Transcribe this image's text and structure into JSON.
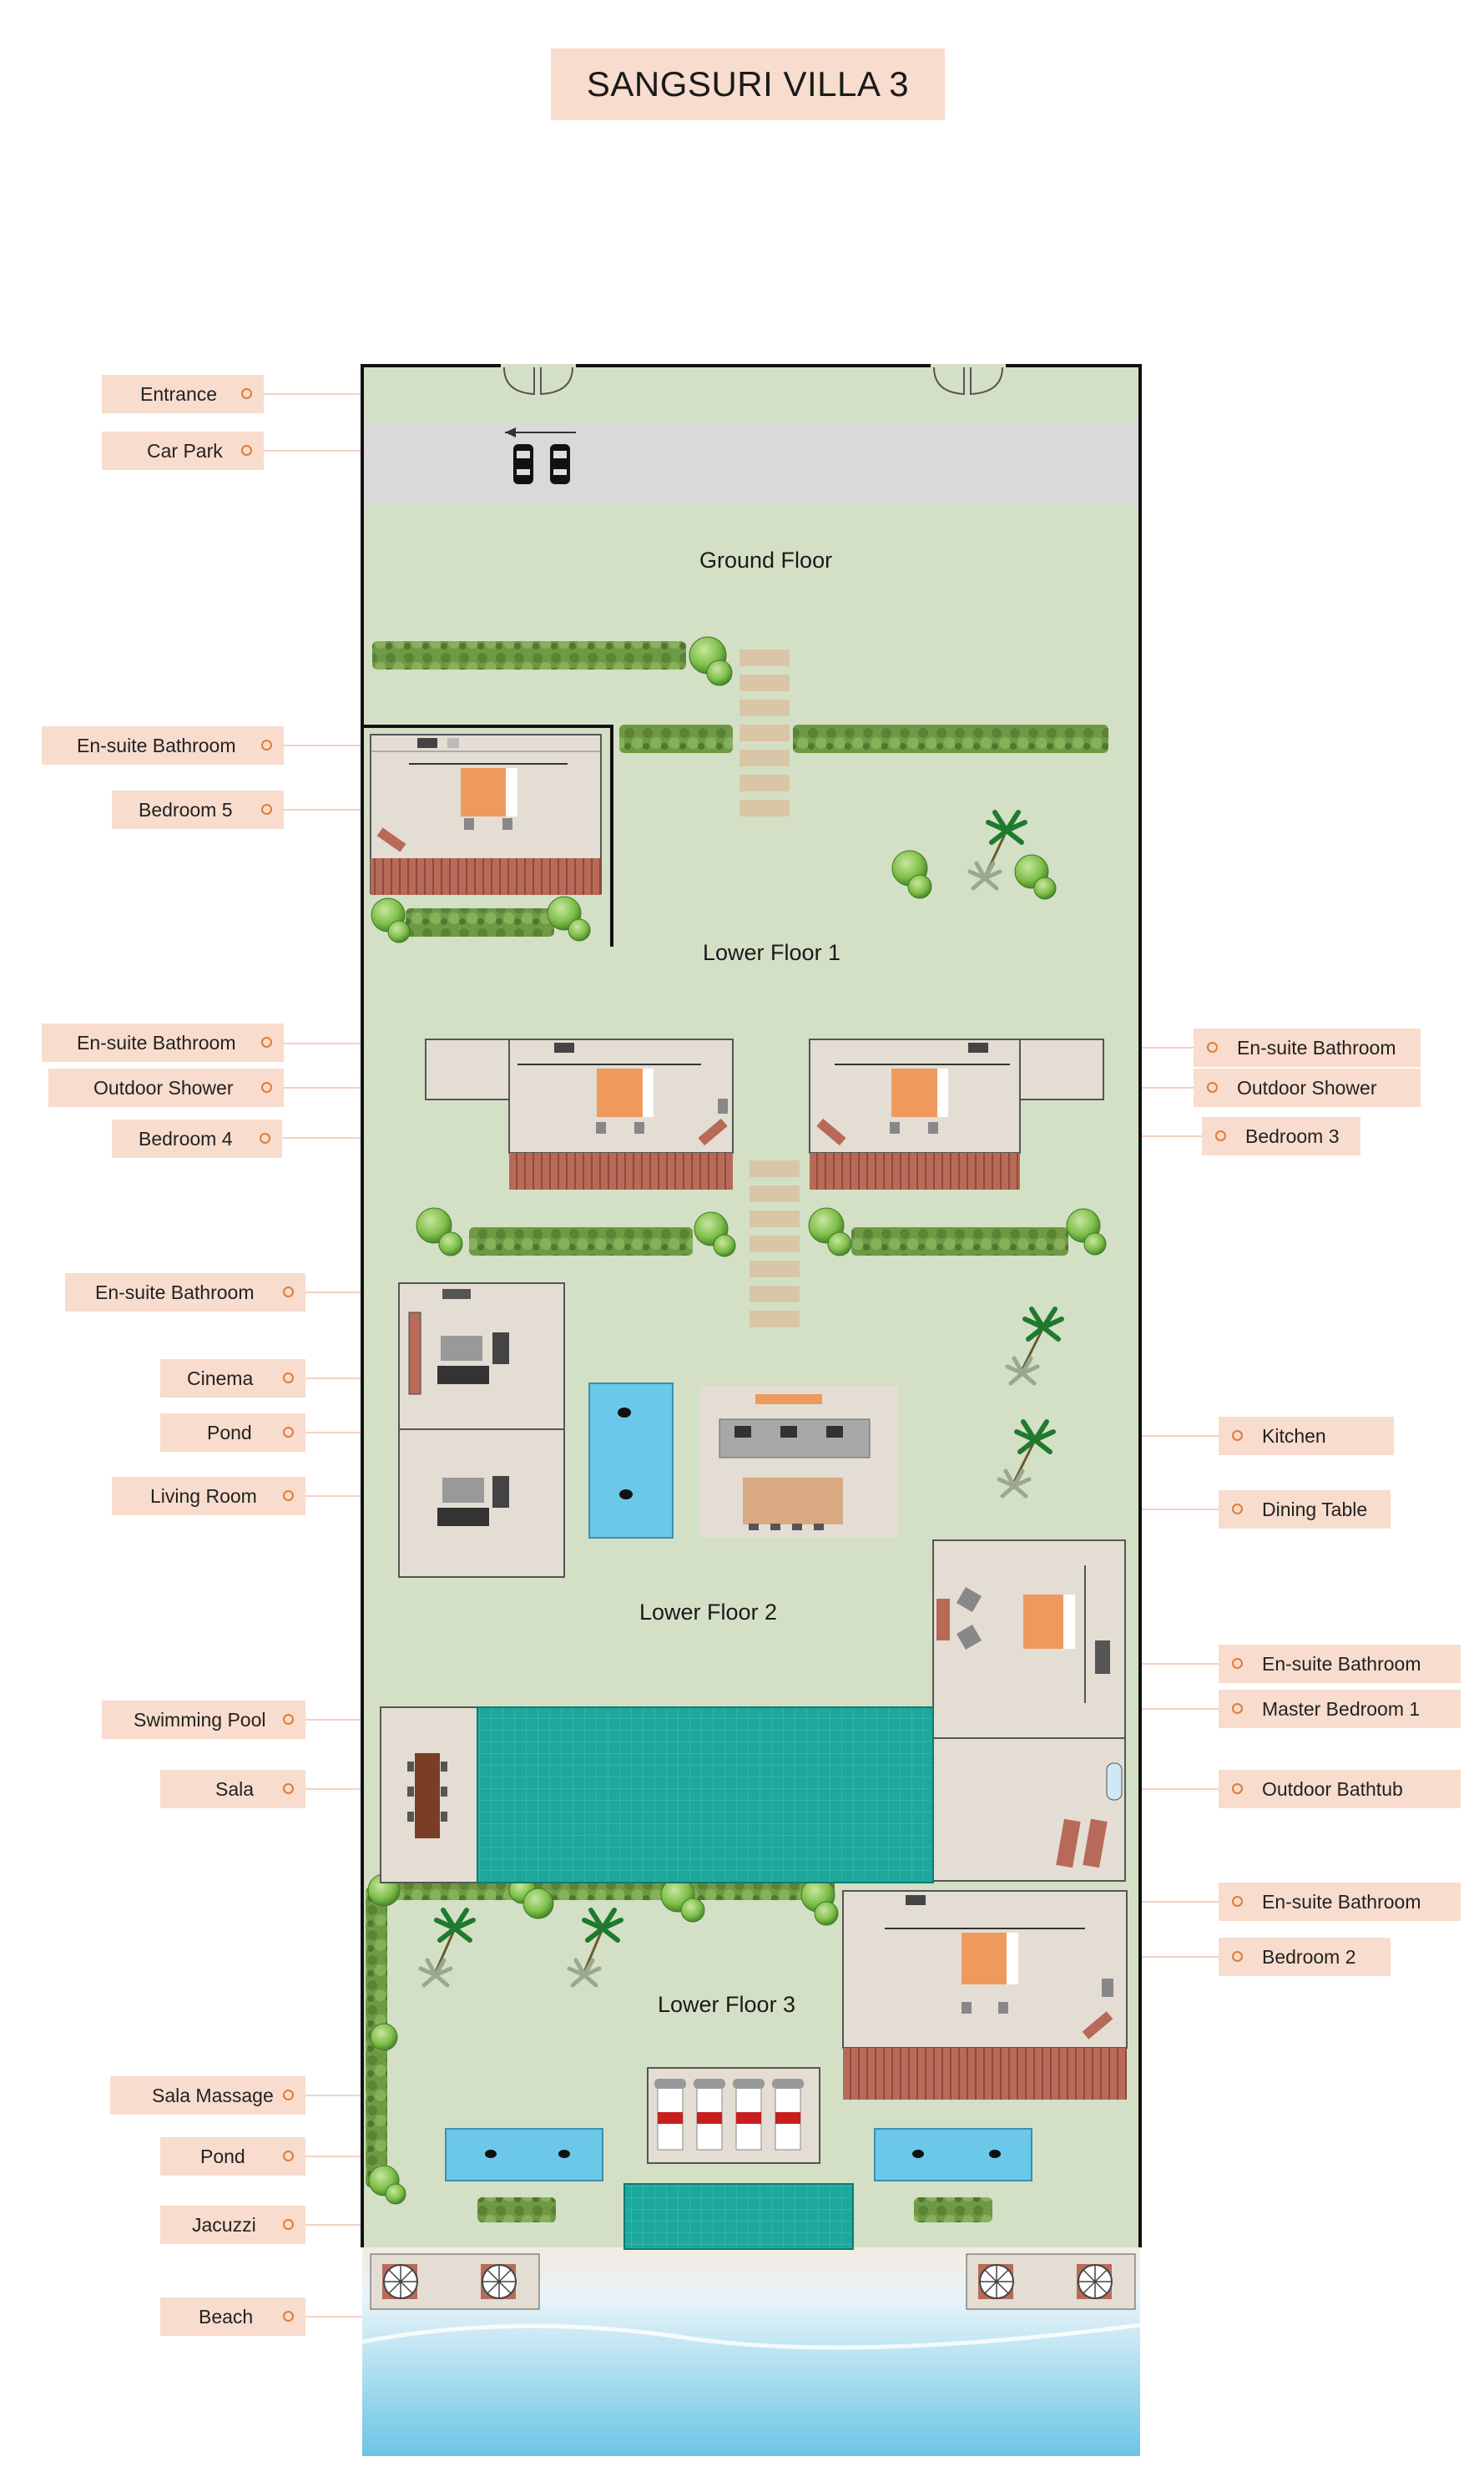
{
  "title": "SANGSURI VILLA 3",
  "floors": {
    "ground": "Ground Floor",
    "lower1": "Lower Floor 1",
    "lower2": "Lower Floor 2",
    "lower3": "Lower Floor 3"
  },
  "labels_left": [
    {
      "id": "entrance",
      "text": "Entrance"
    },
    {
      "id": "car-park",
      "text": "Car Park"
    },
    {
      "id": "ensuite-bath-5",
      "text": "En-suite Bathroom"
    },
    {
      "id": "bedroom-5",
      "text": "Bedroom 5"
    },
    {
      "id": "ensuite-bath-4",
      "text": "En-suite Bathroom"
    },
    {
      "id": "outdoor-shower-4",
      "text": "Outdoor Shower"
    },
    {
      "id": "bedroom-4",
      "text": "Bedroom 4"
    },
    {
      "id": "ensuite-bath-cinema",
      "text": "En-suite Bathroom"
    },
    {
      "id": "cinema",
      "text": "Cinema"
    },
    {
      "id": "pond-upper",
      "text": "Pond"
    },
    {
      "id": "living-room",
      "text": "Living Room"
    },
    {
      "id": "swimming-pool",
      "text": "Swimming Pool"
    },
    {
      "id": "sala",
      "text": "Sala"
    },
    {
      "id": "sala-massage",
      "text": "Sala Massage"
    },
    {
      "id": "pond-lower",
      "text": "Pond"
    },
    {
      "id": "jacuzzi",
      "text": "Jacuzzi"
    },
    {
      "id": "beach",
      "text": "Beach"
    }
  ],
  "labels_right": [
    {
      "id": "ensuite-bath-3",
      "text": "En-suite Bathroom"
    },
    {
      "id": "outdoor-shower-3",
      "text": "Outdoor Shower"
    },
    {
      "id": "bedroom-3",
      "text": "Bedroom 3"
    },
    {
      "id": "kitchen",
      "text": "Kitchen"
    },
    {
      "id": "dining-table",
      "text": "Dining Table"
    },
    {
      "id": "ensuite-bath-master",
      "text": "En-suite Bathroom"
    },
    {
      "id": "master-bedroom-1",
      "text": "Master Bedroom 1"
    },
    {
      "id": "outdoor-bathtub",
      "text": "Outdoor Bathtub"
    },
    {
      "id": "ensuite-bath-2",
      "text": "En-suite Bathroom"
    },
    {
      "id": "bedroom-2",
      "text": "Bedroom 2"
    }
  ],
  "colors": {
    "label_bg": "#f8dccd",
    "label_dot": "#e07b39",
    "lawn": "#d3e0c6",
    "room": "#e4ddd3",
    "deck": "#b86a58",
    "pool": "#1ea89c",
    "pond": "#6bc8e8",
    "carpark": "#d9d9d9",
    "hedge": "#6f9a45",
    "sea": "#a9dcf0",
    "sand": "#f4ece1"
  }
}
